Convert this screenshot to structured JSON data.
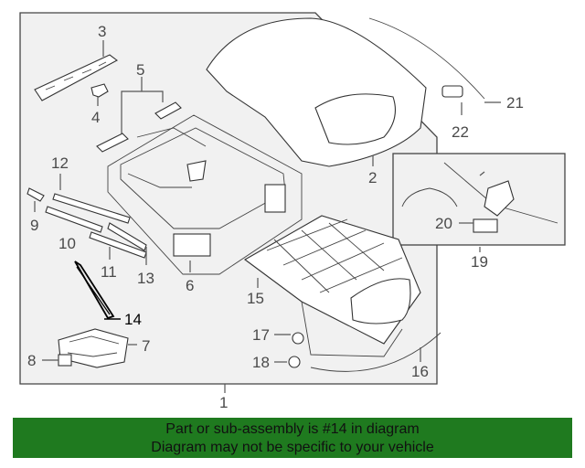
{
  "diagram": {
    "callouts": {
      "c1": "1",
      "c2": "2",
      "c3": "3",
      "c4": "4",
      "c5": "5",
      "c6": "6",
      "c7": "7",
      "c8": "8",
      "c9": "9",
      "c10": "10",
      "c11": "11",
      "c12": "12",
      "c13": "13",
      "c14": "14",
      "c15": "15",
      "c16": "16",
      "c17": "17",
      "c18": "18",
      "c19": "19",
      "c20": "20",
      "c21": "21",
      "c22": "22"
    },
    "highlight_color": "#000000",
    "panel_color": "#f1f1f1"
  },
  "banner": {
    "line1": "Part or sub-assembly is #14 in diagram",
    "line2": "Diagram may not be specific to your vehicle",
    "background": "#1f7a1f"
  }
}
